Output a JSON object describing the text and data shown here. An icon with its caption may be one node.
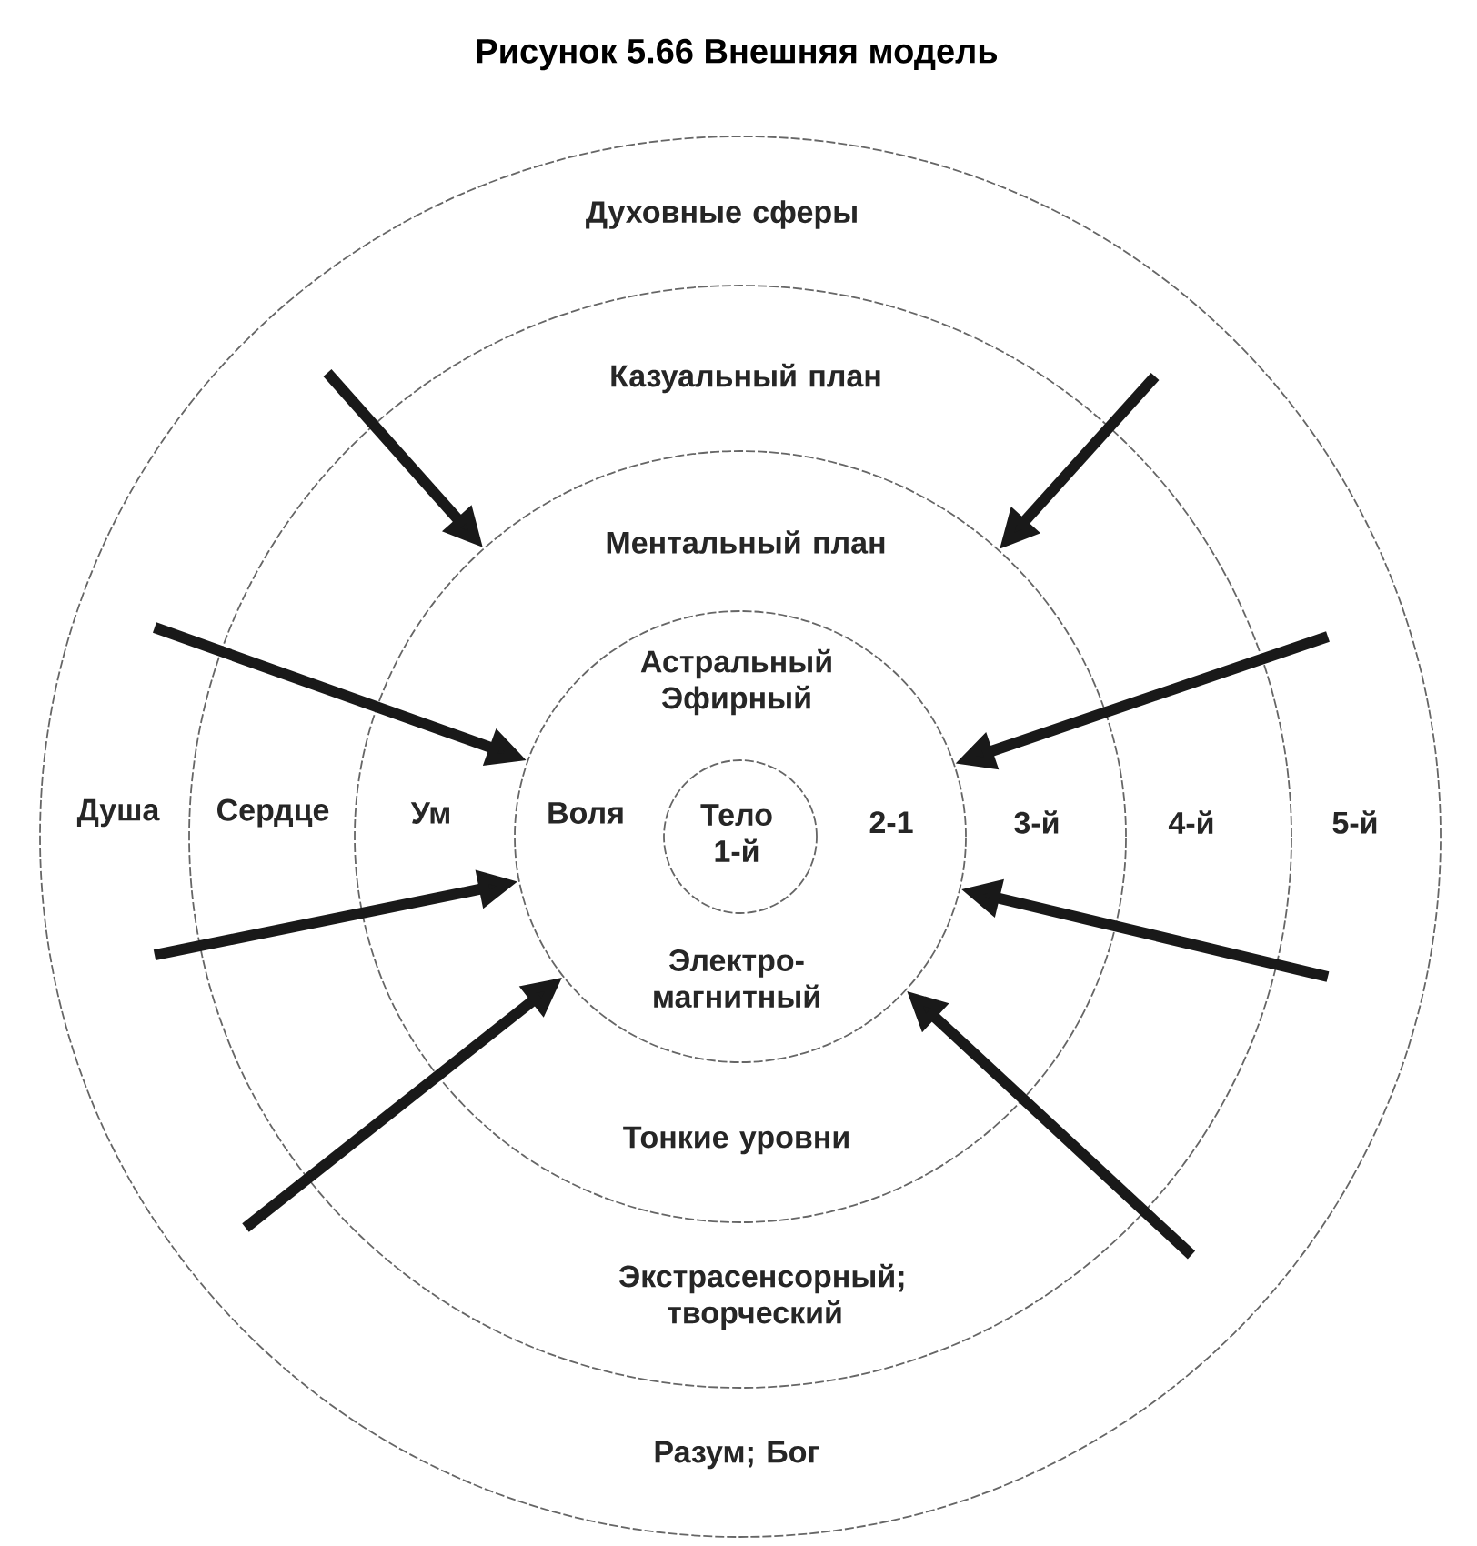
{
  "diagram": {
    "title": "Рисунок 5.66 Внешняя модель",
    "nodes": [
      {
        "text": [
          "Духовные сферы",
          "Душа",
          "5-й",
          "Разум; Бог"
        ]
      },
      {
        "text": [
          "Казуальный план",
          "Сердце",
          "4-й",
          "Экстрасенсорный; творческий"
        ],
        "in": 0
      },
      {
        "text": [
          "Ментальный план",
          "Ум",
          "3-й",
          "Тонкие уровни"
        ],
        "in": 1
      },
      {
        "text": [
          "Астральный Эфирный",
          "Воля",
          "2-1",
          "Электро-магнитный"
        ],
        "in": 2
      },
      {
        "text": [
          "Тело 1-й"
        ],
        "in": 3
      }
    ],
    "edges": [
      {
        "from": null,
        "to": 2,
        "arrow": "to"
      },
      {
        "from": null,
        "to": 2,
        "arrow": "to"
      },
      {
        "from": null,
        "to": 3,
        "arrow": "to"
      },
      {
        "from": null,
        "to": 3,
        "arrow": "to"
      },
      {
        "from": null,
        "to": 3,
        "arrow": "to"
      },
      {
        "from": null,
        "to": 3,
        "arrow": "to"
      },
      {
        "from": null,
        "to": 3,
        "arrow": "to"
      },
      {
        "from": null,
        "to": 3,
        "arrow": "to"
      }
    ]
  }
}
